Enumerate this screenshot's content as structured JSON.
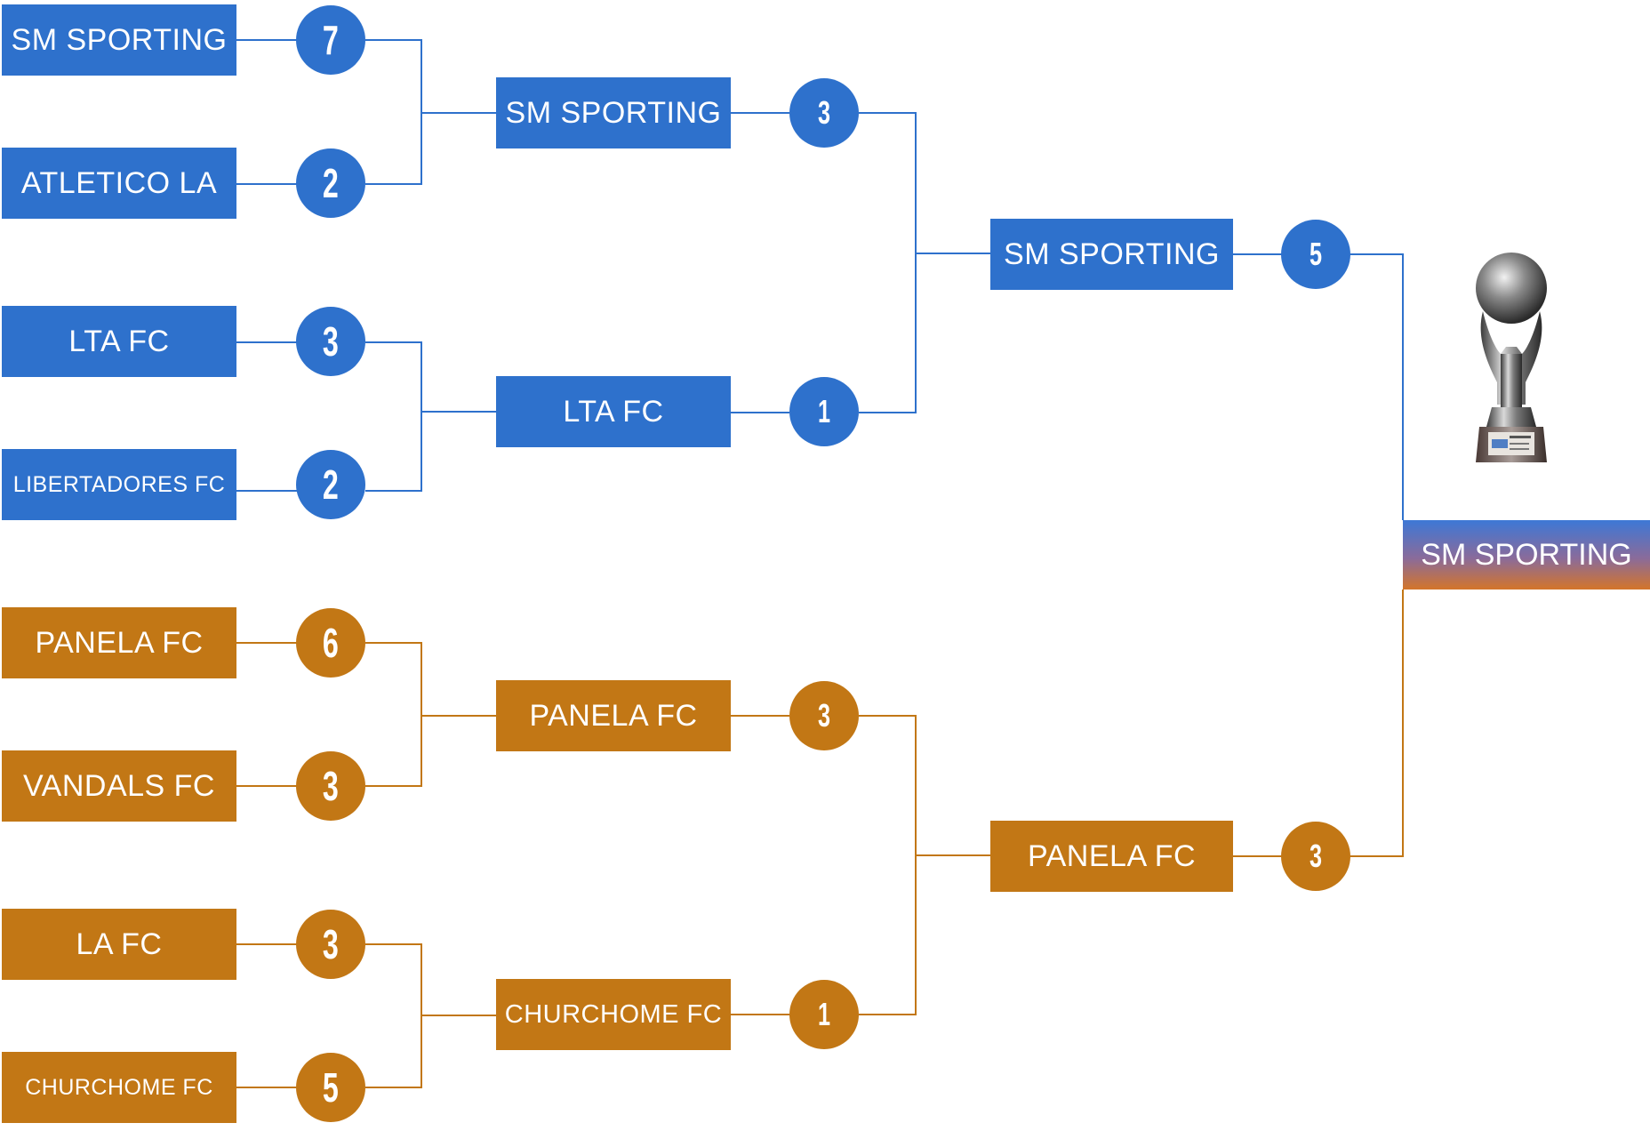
{
  "colors": {
    "top_half": "#2e71cc",
    "bottom_half": "#c27715"
  },
  "round1": [
    {
      "team": "SM SPORTING",
      "score": "7"
    },
    {
      "team": "ATLETICO  LA",
      "score": "2"
    },
    {
      "team": "LTA FC",
      "score": "3"
    },
    {
      "team": "LIBERTADORES FC",
      "score": "2"
    },
    {
      "team": "PANELA FC",
      "score": "6"
    },
    {
      "team": "VANDALS FC",
      "score": "3"
    },
    {
      "team": "LA FC",
      "score": "3"
    },
    {
      "team": "CHURCHOME FC",
      "score": "5"
    }
  ],
  "round2": [
    {
      "team": "SM SPORTING",
      "score": "3"
    },
    {
      "team": "LTA FC",
      "score": "1"
    },
    {
      "team": "PANELA FC",
      "score": "3"
    },
    {
      "team": "CHURCHOME FC",
      "score": "1"
    }
  ],
  "round3": [
    {
      "team": "SM SPORTING",
      "score": "5"
    },
    {
      "team": "PANELA  FC",
      "score": "3"
    }
  ],
  "champion": "SM SPORTING",
  "trophy_icon": "trophy-icon"
}
